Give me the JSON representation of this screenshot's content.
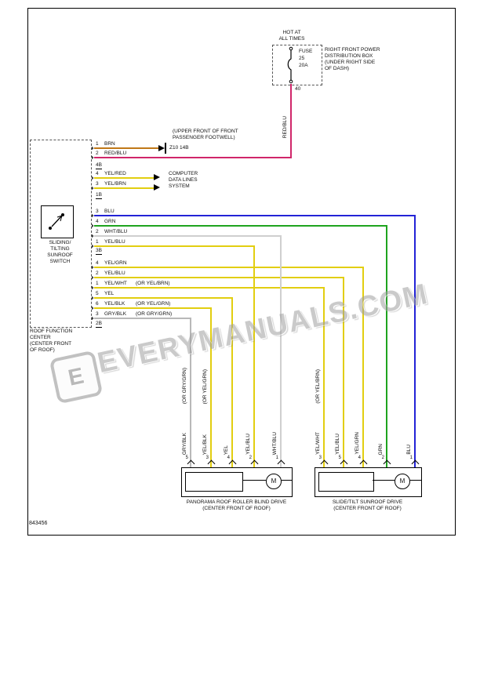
{
  "diagram": {
    "doc_number": "843456",
    "watermark": {
      "text": "EVERYMANUALS.COM",
      "logo_letter": "E"
    }
  },
  "colors": {
    "red_blu": "#d0266a",
    "brn": "#c07818",
    "blu": "#2323d6",
    "grn": "#1fa41f",
    "yellow": "#e2ce10",
    "wht_blu": "#cfcfcf",
    "gry_blk": "#b8b8b8"
  },
  "power": {
    "hot_label": "HOT AT\nALL TIMES",
    "fuse": {
      "label": "FUSE",
      "number": "25",
      "rating": "20A"
    },
    "dist_box_label": "RIGHT FRONT POWER\nDISTRIBUTION BOX\n(UNDER RIGHT SIDE\nOF DASH)",
    "feed_pin": "40",
    "feed_wire_color": "RED/BLU"
  },
  "ground": {
    "location": "(UPPER FRONT OF FRONT\nPASSENGER FOOTWELL)",
    "code": "Z10 14B"
  },
  "switch": {
    "label": "SLIDING/\nTILTING\nSUNROOF\nSWITCH",
    "module_label": "ROOF FUNCTION\nCENTER\n(CENTER FRONT\nOF ROOF)",
    "connectors": {
      "c4b": "4B",
      "c1b": "1B",
      "c3b": "3B",
      "c2b": "2B"
    },
    "top_pins": [
      {
        "pin": "1",
        "color": "BRN"
      },
      {
        "pin": "2",
        "color": "RED/BLU"
      }
    ],
    "data_pins": [
      {
        "pin": "4",
        "color": "YEL/RED"
      },
      {
        "pin": "3",
        "color": "YEL/BRN"
      }
    ],
    "data_lines_label": "COMPUTER\nDATA LINES\nSYSTEM",
    "main_pins": [
      {
        "pin": "3",
        "color": "BLU",
        "alt": ""
      },
      {
        "pin": "4",
        "color": "GRN",
        "alt": ""
      },
      {
        "pin": "2",
        "color": "WHT/BLU",
        "alt": ""
      },
      {
        "pin": "1",
        "color": "YEL/BLU",
        "alt": ""
      },
      {
        "pin": "4",
        "color": "YEL/GRN",
        "alt": ""
      },
      {
        "pin": "2",
        "color": "YEL/BLU",
        "alt": ""
      },
      {
        "pin": "1",
        "color": "YEL/WHT",
        "alt": "(OR YEL/BRN)"
      },
      {
        "pin": "5",
        "color": "YEL",
        "alt": ""
      },
      {
        "pin": "6",
        "color": "YEL/BLK",
        "alt": "(OR YEL/GRN)"
      },
      {
        "pin": "3",
        "color": "GRY/BLK",
        "alt": "(OR GRY/GRN)"
      }
    ]
  },
  "blind_drive": {
    "label": "PANORAMA ROOF ROLLER BLIND DRIVE\n(CENTER FRONT OF ROOF)",
    "motor_label": "M",
    "pins": [
      {
        "pin": "5",
        "color": "GRY/BLK",
        "alt": "(OR GRY/GRN)"
      },
      {
        "pin": "3",
        "color": "YEL/BLK",
        "alt": "(OR YEL/GRN)"
      },
      {
        "pin": "4",
        "color": "YEL",
        "alt": ""
      },
      {
        "pin": "2",
        "color": "YEL/BLU",
        "alt": ""
      },
      {
        "pin": "1",
        "color": "WHT/BLU",
        "alt": ""
      }
    ]
  },
  "sunroof_drive": {
    "label": "SLIDE/TILT SUNROOF DRIVE\n(CENTER FRONT OF ROOF)",
    "motor_label": "M",
    "pins": [
      {
        "pin": "3",
        "color": "YEL/WHT",
        "alt": "(OR YEL/BRN)"
      },
      {
        "pin": "5",
        "color": "YEL/BLU",
        "alt": ""
      },
      {
        "pin": "4",
        "color": "YEL/GRN",
        "alt": ""
      },
      {
        "pin": "2",
        "color": "GRN",
        "alt": ""
      },
      {
        "pin": "1",
        "color": "BLU",
        "alt": ""
      }
    ]
  }
}
